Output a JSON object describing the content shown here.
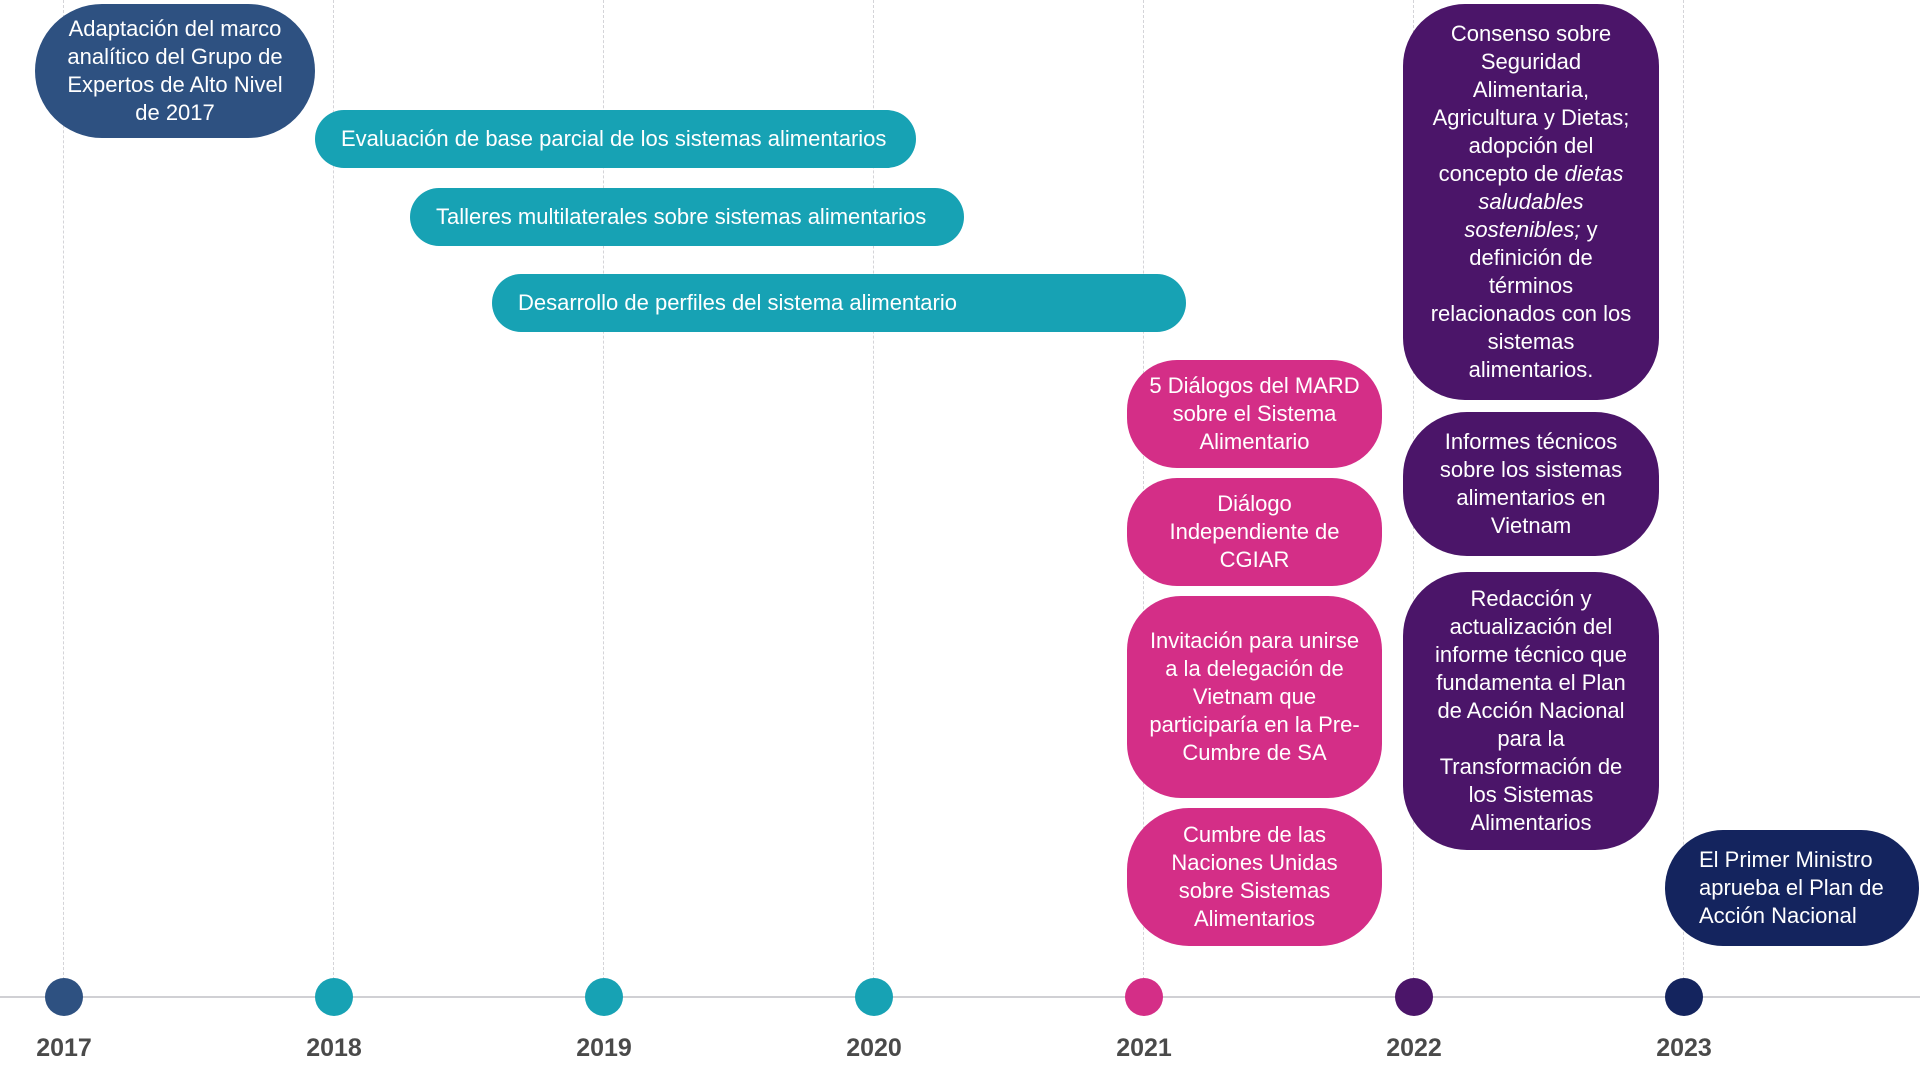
{
  "colors": {
    "navy_blue": "#2e5181",
    "teal": "#17a2b4",
    "magenta": "#d42e87",
    "purple": "#4b1569",
    "dark_navy": "#14245e",
    "gridline": "#d4d4d8",
    "year_text": "#4a4a4a"
  },
  "timeline": {
    "years": [
      {
        "label": "2017",
        "color": "#2e5181"
      },
      {
        "label": "2018",
        "color": "#17a2b4"
      },
      {
        "label": "2019",
        "color": "#17a2b4"
      },
      {
        "label": "2020",
        "color": "#17a2b4"
      },
      {
        "label": "2021",
        "color": "#d42e87"
      },
      {
        "label": "2022",
        "color": "#4b1569"
      },
      {
        "label": "2023",
        "color": "#14245e"
      }
    ]
  },
  "events": [
    {
      "id": "hlpe-framework",
      "text": "Adaptación del marco analítico del Grupo de Expertos de Alto Nivel de 2017",
      "color": "#2e5181"
    },
    {
      "id": "baseline-assessment",
      "text": "Evaluación de base parcial de los sistemas alimentarios",
      "color": "#17a2b4"
    },
    {
      "id": "workshops",
      "text": "Talleres multilaterales sobre sistemas alimentarios",
      "color": "#17a2b4"
    },
    {
      "id": "profiles",
      "text": "Desarrollo de perfiles del sistema alimentario",
      "color": "#17a2b4"
    },
    {
      "id": "mard-dialogues",
      "text": "5 Diálogos del MARD sobre el Sistema Alimentario",
      "color": "#d42e87"
    },
    {
      "id": "cgiar-dialogue",
      "text": "Diálogo Independiente de CGIAR",
      "color": "#d42e87"
    },
    {
      "id": "pre-summit-invitation",
      "text": "Invitación para unirse a la delegación de Vietnam que participaría en la Pre-Cumbre de SA",
      "color": "#d42e87"
    },
    {
      "id": "un-summit",
      "text": "Cumbre de las Naciones Unidas sobre Sistemas Alimentarios",
      "color": "#d42e87"
    },
    {
      "id": "consensus",
      "text_before": "Consenso sobre Seguridad Alimentaria, Agricultura y Dietas; adopción del concepto de ",
      "text_italic": "dietas saludables sostenibles;",
      "text_after": " y definición de términos relacionados con los sistemas alimentarios.",
      "color": "#4b1569"
    },
    {
      "id": "technical-reports",
      "text": "Informes técnicos sobre los sistemas alimentarios en Vietnam",
      "color": "#4b1569"
    },
    {
      "id": "drafting-report",
      "text": "Redacción y actualización del informe técnico que fundamenta el Plan de Acción Nacional para la Transformación de los Sistemas Alimentarios",
      "color": "#4b1569"
    },
    {
      "id": "pm-approval",
      "text": "El Primer Ministro aprueba el Plan de Acción Nacional",
      "color": "#14245e"
    }
  ]
}
